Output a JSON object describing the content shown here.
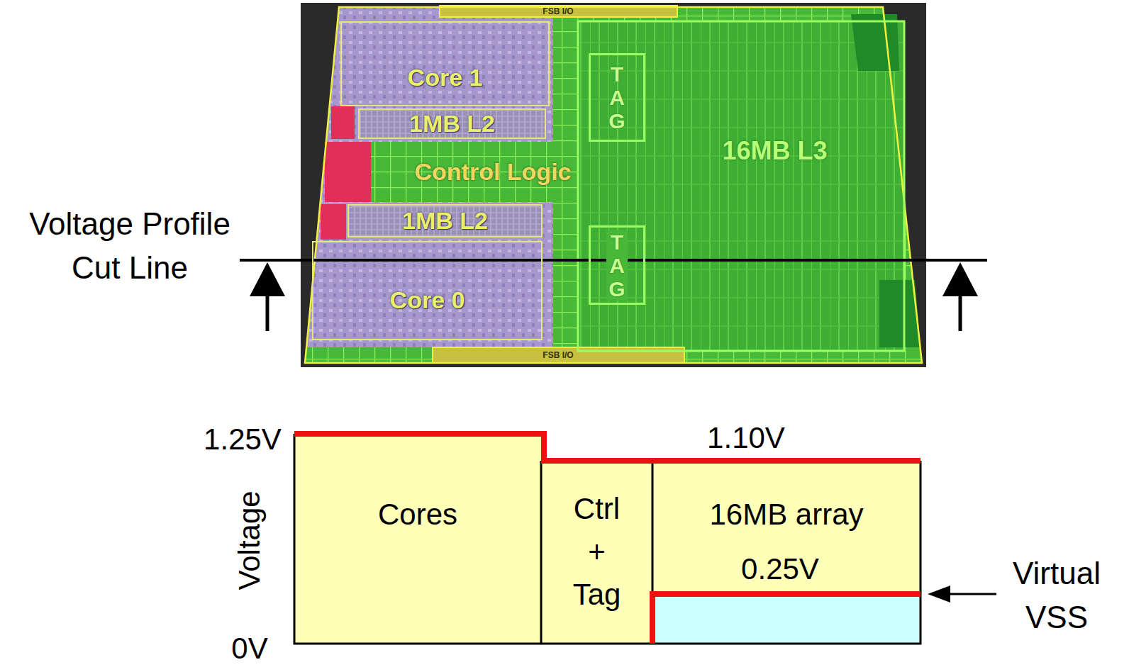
{
  "diagram": {
    "nodes": [
      {
        "text": [
          "Core 1"
        ]
      },
      {
        "text": [
          "1MB L2"
        ]
      },
      {
        "text": [
          "Control Logic"
        ]
      },
      {
        "text": [
          "16MB L3"
        ]
      },
      {
        "text": [
          "TAG"
        ]
      },
      {
        "text": [
          "1MB L2"
        ]
      },
      {
        "text": [
          "TAG"
        ]
      },
      {
        "text": [
          "Core 0"
        ]
      },
      {
        "text": [
          "Cores"
        ]
      },
      {
        "text": [
          "Ctrl + Tag"
        ]
      },
      {
        "text": [
          "16MB array"
        ]
      }
    ],
    "labels": [
      "Voltage Profile Cut Line",
      "1.25V",
      "1.10V",
      "Voltage",
      "0.25V",
      "Virtual VSS",
      "0V",
      "FSB I/O",
      "FSB I/O"
    ]
  }
}
